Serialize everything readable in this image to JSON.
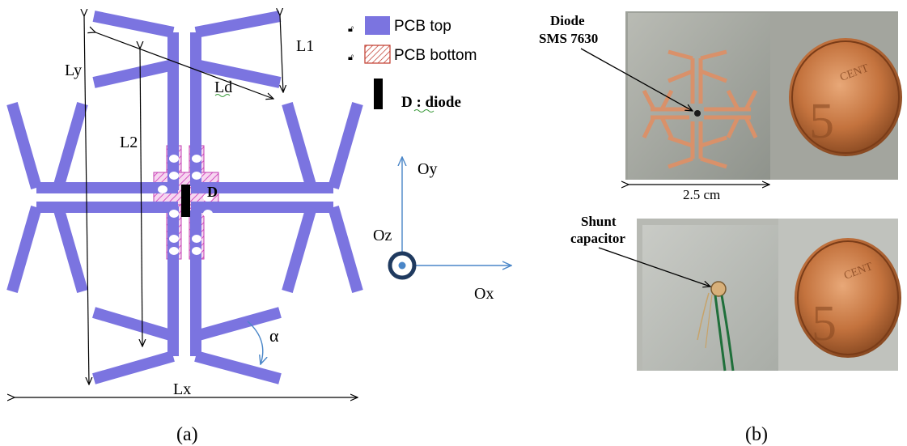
{
  "colors": {
    "pcb_top": "#7b74e0",
    "pcb_bottom": "#d64fc2",
    "axis": "#4a86c8",
    "diode": "#000000",
    "copper": "#d08a63",
    "coin": "#b8622e"
  },
  "legend": {
    "pcb_top": "PCB top",
    "pcb_bottom": "PCB bottom",
    "diode": "D : diode"
  },
  "dims": {
    "lx": "Lx",
    "ly": "Ly",
    "l1": "L1",
    "l2": "L2",
    "ld": "Ld",
    "alpha": "α",
    "diode_marker": "D"
  },
  "axes": {
    "oy": "Oy",
    "ox": "Ox",
    "oz": "Oz"
  },
  "photo": {
    "diode_line1": "Diode",
    "diode_line2": "SMS 7630",
    "scale": "2.5 cm",
    "shunt_line1": "Shunt",
    "shunt_line2": "capacitor"
  },
  "captions": {
    "a": "(a)",
    "b": "(b)"
  }
}
